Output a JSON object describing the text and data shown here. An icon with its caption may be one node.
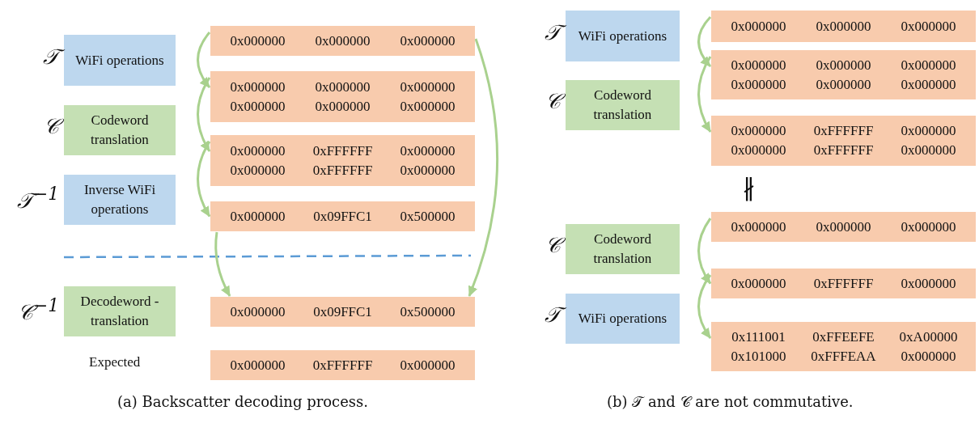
{
  "diagram": {
    "nodes": [
      {
        "text": [
          "WiFi operations"
        ],
        "beside": [
          "𝒯"
        ]
      },
      {
        "text": [
          "Codeword translation"
        ],
        "beside": [
          "𝒞"
        ]
      },
      {
        "text": [
          "Inverse WiFi operations"
        ],
        "beside": [
          "𝒯$^{−1}$"
        ]
      },
      {
        "text": [
          "Decodeword -translation"
        ],
        "beside": [
          "𝒞$^{−1}$"
        ]
      },
      {
        "text": [
          "0x000000",
          "0x000000",
          "0x000000"
        ]
      },
      {
        "text": [
          "0x000000",
          "0x000000",
          "0x000000",
          "0x000000",
          "0x000000",
          "0x000000"
        ]
      },
      {
        "text": [
          "0x000000",
          "0xFFFFFF",
          "0x000000",
          "0x000000",
          "0xFFFFFF",
          "0x000000"
        ]
      },
      {
        "text": [
          "0x000000",
          "0x09FFC1",
          "0x500000"
        ]
      },
      {
        "text": [
          "0x000000",
          "0x09FFC1",
          "0x500000"
        ]
      },
      {
        "text": [
          "0x000000",
          "0xFFFFFF",
          "0x000000"
        ]
      },
      {
        "text": [
          "WiFi operations"
        ],
        "beside": [
          "𝒯"
        ]
      },
      {
        "text": [
          "Codeword translation"
        ],
        "beside": [
          "𝒞"
        ]
      },
      {
        "text": [
          "Codeword translation"
        ],
        "beside": [
          "𝒞"
        ]
      },
      {
        "text": [
          "WiFi operations"
        ],
        "beside": [
          "𝒯"
        ]
      },
      {
        "text": [
          "0x000000",
          "0x000000",
          "0x000000"
        ]
      },
      {
        "text": [
          "0x000000",
          "0x000000",
          "0x000000",
          "0x000000",
          "0x000000",
          "0x000000"
        ]
      },
      {
        "text": [
          "0x000000",
          "0xFFFFFF",
          "0x000000",
          "0x000000",
          "0xFFFFFF",
          "0x000000"
        ]
      },
      {
        "text": [
          "0x000000",
          "0x000000",
          "0x000000"
        ]
      },
      {
        "text": [
          "0x000000",
          "0xFFFFFF",
          "0x000000"
        ]
      },
      {
        "text": [
          "0x111001",
          "0xFFEEFE",
          "0xA00000",
          "0x101000",
          "0xFFFEAA",
          "0x000000"
        ]
      }
    ],
    "edges": [
      {
        "from": 4,
        "to": 5,
        "arrow": "to"
      },
      {
        "from": 5,
        "to": 6,
        "arrow": "to"
      },
      {
        "from": 6,
        "to": 7,
        "arrow": "to"
      },
      {
        "from": 7,
        "to": 8,
        "arrow": "to"
      },
      {
        "from": 4,
        "to": 8,
        "arrow": "to"
      },
      {
        "from": 14,
        "to": 15,
        "arrow": "to"
      },
      {
        "from": 15,
        "to": 16,
        "arrow": "to"
      },
      {
        "from": 17,
        "to": 18,
        "arrow": "to"
      },
      {
        "from": 18,
        "to": 19,
        "arrow": "to"
      }
    ],
    "labels": [
      "Expected",
      "∦",
      "(a) Backscatter decoding process.",
      "(b) 𝒯 and 𝒞 are not commutative."
    ]
  }
}
